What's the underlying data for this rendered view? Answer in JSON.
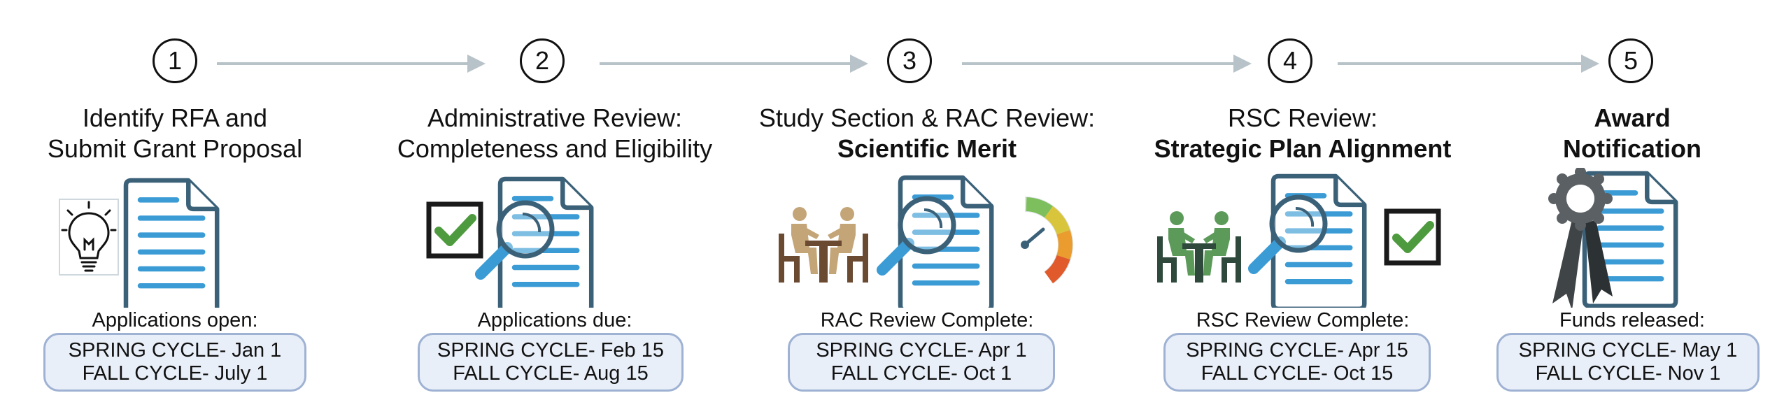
{
  "steps": [
    {
      "number": "1",
      "title_line1": "Identify RFA and",
      "title_line2": "Submit Grant Proposal",
      "label": "Applications open:",
      "spring": "SPRING CYCLE- Jan 1",
      "fall": "FALL CYCLE- July 1"
    },
    {
      "number": "2",
      "title_line1": "Administrative Review:",
      "title_line2": "Completeness and Eligibility",
      "label": "Applications due:",
      "spring": "SPRING CYCLE- Feb 15",
      "fall": "FALL CYCLE- Aug 15"
    },
    {
      "number": "3",
      "title_line1": "Study Section & RAC Review:",
      "title_line2": "Scientific Merit",
      "label": "RAC Review Complete:",
      "spring": "SPRING CYCLE- Apr 1",
      "fall": "FALL CYCLE- Oct 1"
    },
    {
      "number": "4",
      "title_line1": "RSC Review:",
      "title_line2": "Strategic Plan Alignment",
      "label": "RSC Review Complete:",
      "spring": "SPRING CYCLE- Apr 15",
      "fall": "FALL CYCLE- Oct 15"
    },
    {
      "number": "5",
      "title_line1": "Award",
      "title_line2": "Notification",
      "label": "Funds released:",
      "spring": "SPRING CYCLE- May 1",
      "fall": "FALL CYCLE- Nov 1"
    }
  ],
  "icons": {
    "step1": [
      "lightbulb-icon",
      "document-icon"
    ],
    "step2": [
      "checkbox-icon",
      "document-icon",
      "magnifier-icon"
    ],
    "step3": [
      "reviewers-table-icon",
      "document-icon",
      "magnifier-icon",
      "gauge-icon"
    ],
    "step4": [
      "reviewers-table-icon",
      "document-icon",
      "magnifier-icon",
      "checkbox-icon"
    ],
    "step5": [
      "award-ribbon-icon",
      "document-icon"
    ]
  },
  "colors": {
    "document_stroke": "#3b6179",
    "document_lines": "#3a9bd5",
    "magnifier_handle": "#3a9bd5",
    "checkmark": "#4e9a3e",
    "people_tan": "#c4a578",
    "people_green": "#5b9a59",
    "table_brown": "#6b4a32",
    "table_dark": "#2f4a3c",
    "arrow": "#b7c3c9",
    "box_fill": "#e9eff9",
    "box_border": "#9fb2d3"
  }
}
